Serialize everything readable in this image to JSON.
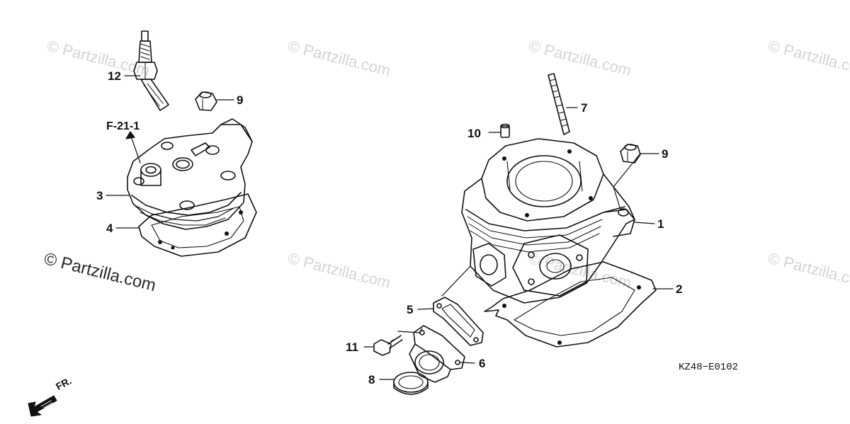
{
  "watermark": "© Partzilla.com",
  "brand_label": "© Partzilla.com",
  "reference_label": "F-21-1",
  "diagram_code": "KZ48−E0102",
  "direction_label": "FR.",
  "callouts": [
    "1",
    "2",
    "3",
    "4",
    "5",
    "6",
    "7",
    "8",
    "9",
    "9",
    "10",
    "11",
    "12"
  ],
  "parts": {
    "spark_plug": "12",
    "head_nut_left": "9",
    "cylinder_head": "3",
    "head_gasket": "4",
    "cylinder": "1",
    "base_gasket": "2",
    "stud_bolt": "7",
    "dowel_pin": "10",
    "cylinder_nut": "9",
    "reed_gasket": "5",
    "insulator": "6",
    "bolt": "11",
    "band": "8"
  }
}
